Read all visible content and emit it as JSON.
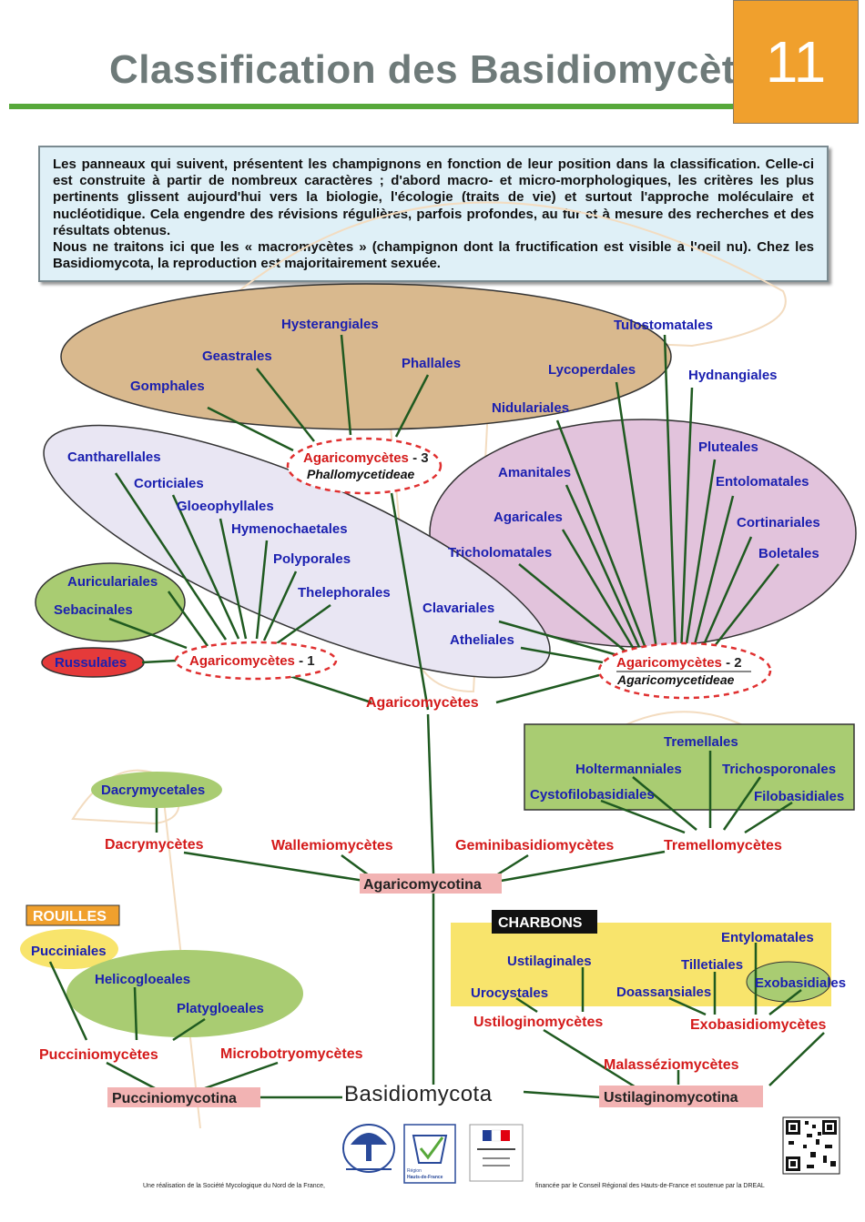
{
  "header": {
    "title": "Classification des Basidiomycètes",
    "panel_number": "11",
    "accent_color": "#57a83a",
    "badge_color": "#f0a02d"
  },
  "intro": {
    "line1": "Les panneaux qui suivent, présentent les champignons en fonction de leur position dans la classification. Celle-ci est construite à partir de nombreux caractères ; d'abord macro-  et  micro-morphologiques, les critères les plus pertinents glissent aujourd'hui vers la biologie, l'écologie (traits de vie) et surtout l'approche moléculaire et nucléotidique. Cela engendre des révisions régulières, parfois profondes,  au fur et à mesure des recherches et des résultats obtenus.",
    "line2": "Nous ne traitons ici que les « macromycètes » (champignon dont la fructification est visible à l'oeil nu). Chez les Basidiomycota, la reproduction est majoritairement sexuée."
  },
  "tree": {
    "root": "Basidiomycota",
    "subphyla": {
      "pucciniomycotina": "Pucciniomycotina",
      "agaricomycotina": "Agaricomycotina",
      "ustilaginomycotina": "Ustilaginomycotina"
    },
    "classes": {
      "agaricomycetes": "Agaricomycètes",
      "dacrymycetes": "Dacrymycètes",
      "wallemiomycetes": "Wallemiomycètes",
      "geminibasidiomycetes": "Geminibasidiomycètes",
      "tremellomycetes": "Tremellomycètes",
      "pucciniomycetes": "Pucciniomycètes",
      "microbotryomycetes": "Microbotryomycètes",
      "ustilaginomycetes": "Ustiloginomycètes",
      "exobasidiomycetes": "Exobasidiomycètes",
      "malassezioomycetes": "Malasséziomycètes"
    },
    "agaricomycetes_groups": {
      "g1_name": "Agaricomycètes",
      "g1_num": " - 1",
      "g2_name": "Agaricomycètes",
      "g2_num": " - 2",
      "g2_subclass": "Agaricomycetideae",
      "g3_name": "Agaricomycètes",
      "g3_num": " - 3",
      "g3_subclass": "Phallomycetideae"
    },
    "orders": {
      "hysterangiales": "Hysterangiales",
      "geastrales": "Geastrales",
      "phallales": "Phallales",
      "gomphales": "Gomphales",
      "tulostomatales": "Tulostomatales",
      "lycoperdales": "Lycoperdales",
      "hydnangiales": "Hydnangiales",
      "nidulariales": "Nidulariales",
      "pluteales": "Pluteales",
      "amanitales": "Amanitales",
      "entolomatales": "Entolomatales",
      "agaricales": "Agaricales",
      "cortinariales": "Cortinariales",
      "tricholomatales": "Tricholomatales",
      "boletales": "Boletales",
      "clavariales": "Clavariales",
      "atheliales": "Atheliales",
      "cantharellales": "Cantharellales",
      "corticiales": "Corticiales",
      "gloeophyllales": "Gloeophyllales",
      "hymenochaetales": "Hymenochaetales",
      "polyporales": "Polyporales",
      "thelephorales": "Thelephorales",
      "auriculariales": "Auriculariales",
      "sebacinales": "Sebacinales",
      "russulales": "Russulales",
      "dacrymycetales": "Dacrymycetales",
      "tremellales": "Tremellales",
      "holtermanniales": "Holtermanniales",
      "trichosporonales": "Trichosporonales",
      "cystofilobasidiales": "Cystofilobasidiales",
      "filobasidiales": "Filobasidiales",
      "pucciniales": "Pucciniales",
      "helicogloeales": "Helicogloeales",
      "platygloeales": "Platygloeales",
      "ustilaginales": "Ustilaginales",
      "urocystales": "Urocystales",
      "entylomatales": "Entylomatales",
      "tilletiales": "Tilletiales",
      "doassansiales": "Doassansiales",
      "exobasidiales": "Exobasidiales"
    },
    "group_labels": {
      "rouilles": "ROUILLES",
      "charbons": "CHARBONS"
    }
  },
  "colors": {
    "tan_group": "#d9b98e",
    "lavender_group": "#e9e6f3",
    "purple_group": "#e2c3dc",
    "green_group": "#a9cc72",
    "yellow_group": "#f8e46c",
    "russulales": "#e53a3a",
    "subphylum_box": "#f2b3b3",
    "line": "#1f5a20",
    "order_text": "#1b20b0",
    "class_text": "#d41a1a"
  },
  "footer": {
    "credit_left": "Une réalisation de la Société Mycologique du Nord de la France,",
    "credit_right": "financée par le Conseil Régional des Hauts-de-France et soutenue par la DREAL",
    "region_logo_text1": "Région",
    "region_logo_text2": "Hauts-de-France"
  }
}
